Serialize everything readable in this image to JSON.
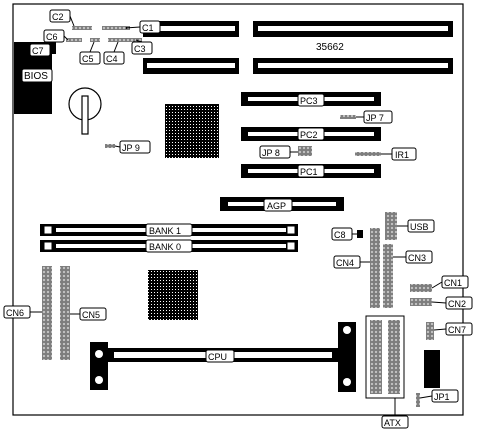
{
  "board": {
    "model": "35662",
    "labels": {
      "c1": "C1",
      "c2": "C2",
      "c3": "C3",
      "c4": "C4",
      "c5": "C5",
      "c6": "C6",
      "c7": "C7",
      "c8": "C8",
      "bios": "BIOS",
      "pc1": "PC1",
      "pc2": "PC2",
      "pc3": "PC3",
      "jp1": "JP1",
      "jp7": "JP 7",
      "jp8": "JP 8",
      "jp9": "JP 9",
      "ir1": "IR1",
      "agp": "AGP",
      "bank0": "BANK 0",
      "bank1": "BANK 1",
      "usb": "USB",
      "cn1": "CN1",
      "cn2": "CN2",
      "cn3": "CN3",
      "cn4": "CN4",
      "cn5": "CN5",
      "cn6": "CN6",
      "cn7": "CN7",
      "cpu": "CPU",
      "atx": "ATX"
    }
  }
}
